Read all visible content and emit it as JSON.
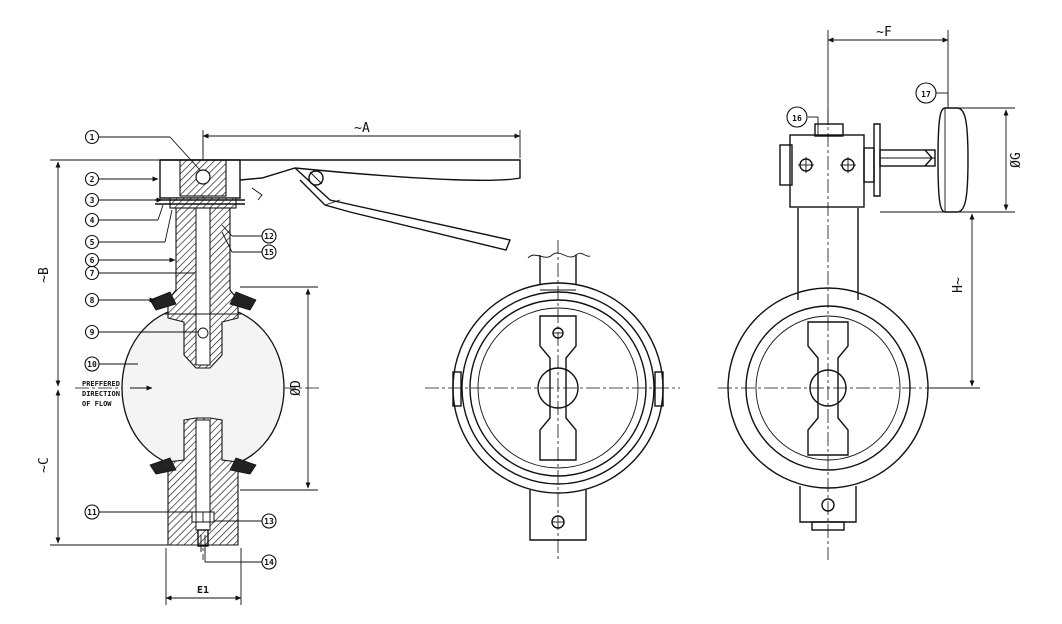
{
  "parts": [
    {
      "no": "1"
    },
    {
      "no": "2"
    },
    {
      "no": "3"
    },
    {
      "no": "4"
    },
    {
      "no": "5"
    },
    {
      "no": "6"
    },
    {
      "no": "7"
    },
    {
      "no": "8"
    },
    {
      "no": "9"
    },
    {
      "no": "10"
    },
    {
      "no": "11"
    },
    {
      "no": "12"
    },
    {
      "no": "13"
    },
    {
      "no": "14"
    },
    {
      "no": "15"
    },
    {
      "no": "16"
    },
    {
      "no": "17"
    }
  ],
  "dimensions": {
    "A": "~A",
    "B": "~B",
    "C": "~C",
    "D": "ØD",
    "E1": "E1",
    "F": "~F",
    "G": "ØG",
    "H": "H~"
  },
  "flow_note": [
    "PREFFERED",
    "DIRECTION",
    "OF FLOW"
  ],
  "colors": {
    "ink": "#111111",
    "paper": "#ffffff"
  }
}
